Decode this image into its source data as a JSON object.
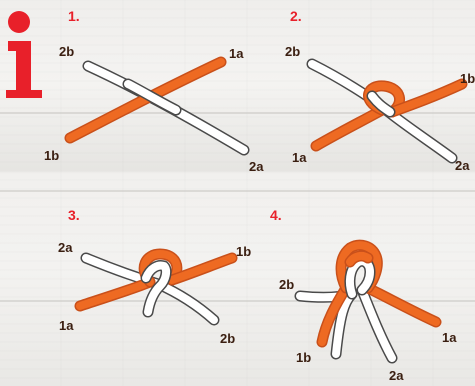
{
  "colors": {
    "orange_cord": "#ee6a22",
    "orange_cord_dark": "#c9501a",
    "white_cord": "#ffffff",
    "cord_outline": "#4a4a4a",
    "step_number": "#e8202a",
    "end_label": "#3a1e10",
    "info_icon": "#e8202a"
  },
  "icon": {
    "name": "info-icon"
  },
  "steps": [
    {
      "number": "1.",
      "labels": {
        "a": "2b",
        "b": "1a",
        "c": "1b",
        "d": "2a"
      }
    },
    {
      "number": "2.",
      "labels": {
        "a": "2b",
        "b": "1b",
        "c": "1a",
        "d": "2a"
      }
    },
    {
      "number": "3.",
      "labels": {
        "a": "2a",
        "b": "1b",
        "c": "1a",
        "d": "2b"
      }
    },
    {
      "number": "4.",
      "labels": {
        "a": "2b",
        "b": "1a",
        "c": "1b",
        "d": "2a"
      }
    }
  ]
}
